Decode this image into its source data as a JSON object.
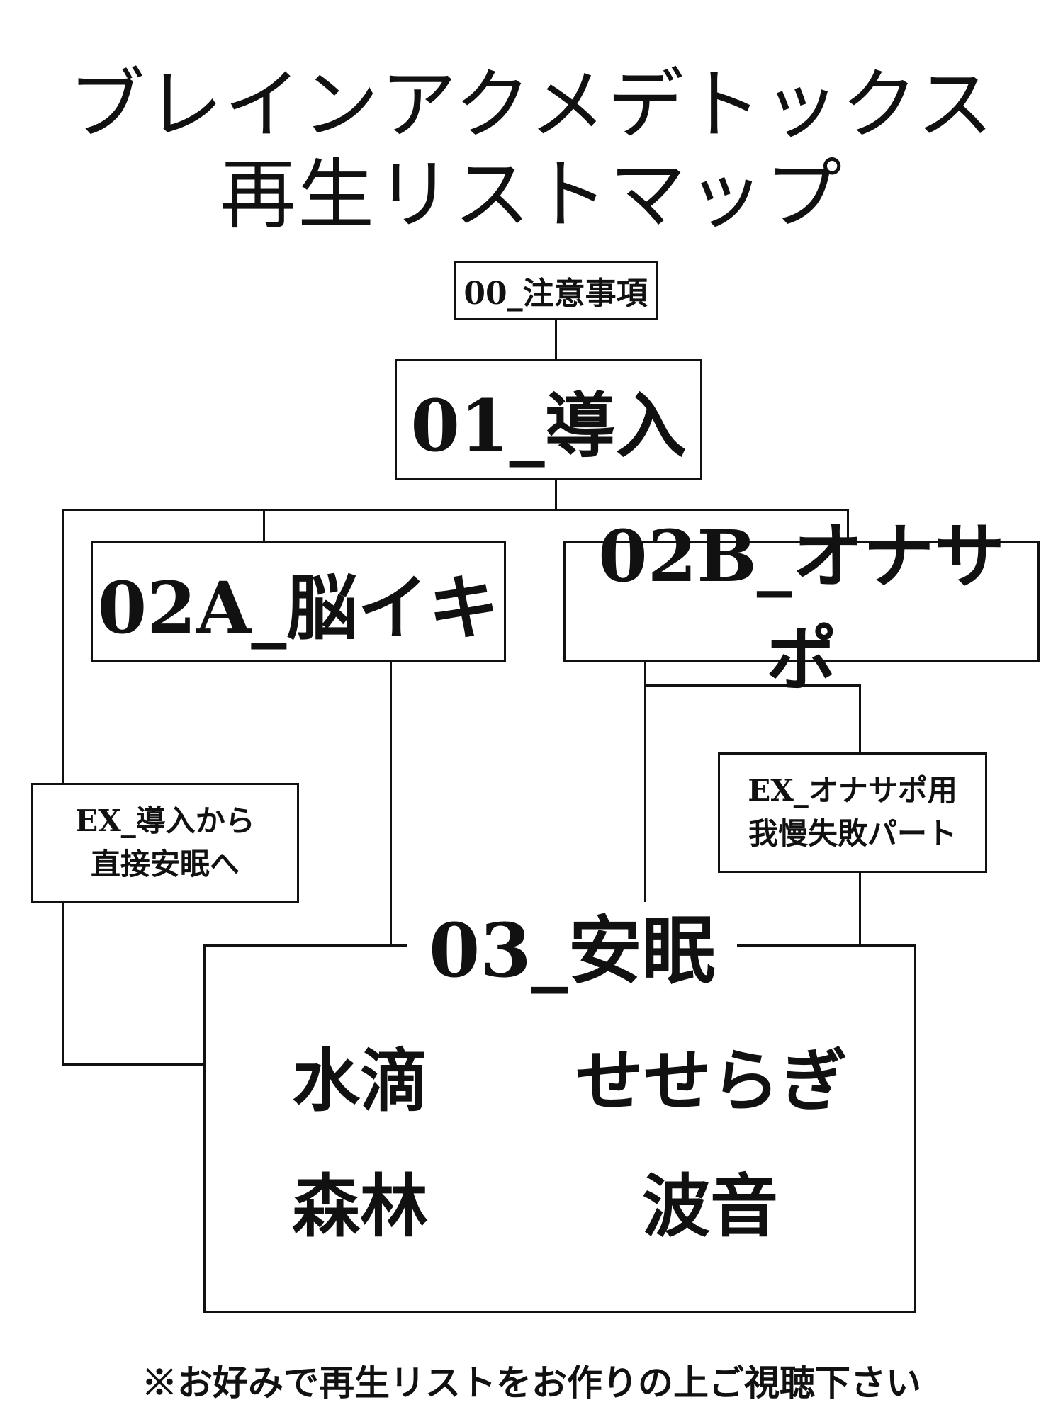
{
  "title": {
    "line1": "ブレインアクメデトックス",
    "line2": "再生リストマップ"
  },
  "nodes": {
    "caution": "00_注意事項",
    "intro": "01_導入",
    "brain": "02A_脳イキ",
    "support": "02B_オナサポ",
    "ex_intro_line1": "EX_導入から",
    "ex_intro_line2": "直接安眠へ",
    "ex_support_line1": "EX_オナサポ用",
    "ex_support_line2": "我慢失敗パート",
    "sleep": "03_安眠",
    "sleep_items": [
      "水滴",
      "せせらぎ",
      "森林",
      "波音"
    ]
  },
  "footer": "※お好みで再生リストをお作りの上ご視聴下さい"
}
